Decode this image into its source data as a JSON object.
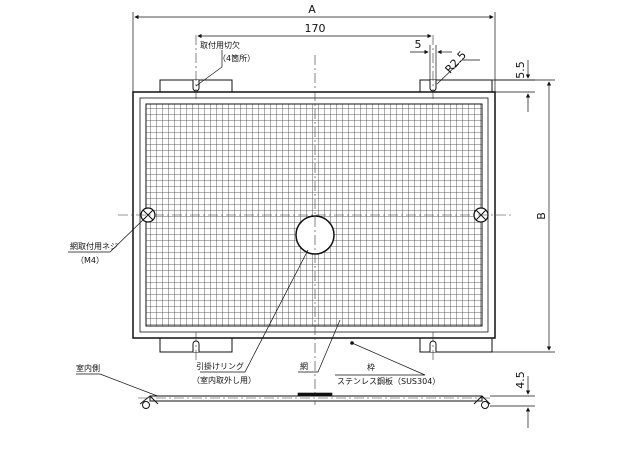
{
  "dimensions": {
    "overall_width": "A",
    "hole_pitch": "170",
    "slot_width": "5",
    "slot_radius": "R2.5",
    "tab_height": "5.5",
    "overall_height": "B",
    "side_thickness": "4.5"
  },
  "callouts": {
    "notch": "取付用切欠",
    "notch_qty": "（4箇所）",
    "mount_screw": "網取付用ネジ",
    "mount_screw_size": "（M4）",
    "pull_ring": "引掛けリング",
    "pull_ring_note": "（室内取外し用）",
    "mesh": "網",
    "frame": "枠",
    "frame_material": "ステンレス鋼板（SUS304）",
    "indoor_side": "室内側"
  }
}
